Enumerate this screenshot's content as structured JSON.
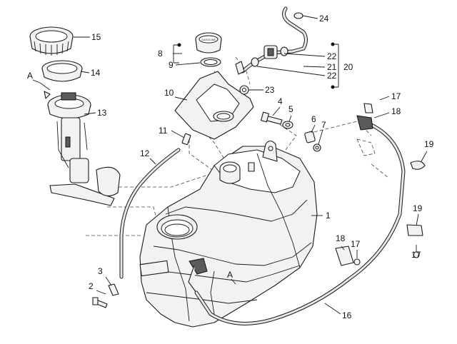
{
  "callouts": [
    {
      "id": "c1",
      "label": "1"
    },
    {
      "id": "c2",
      "label": "2"
    },
    {
      "id": "c3",
      "label": "3"
    },
    {
      "id": "c4",
      "label": "4"
    },
    {
      "id": "c5",
      "label": "5"
    },
    {
      "id": "c6",
      "label": "6"
    },
    {
      "id": "c7",
      "label": "7"
    },
    {
      "id": "c8",
      "label": "8"
    },
    {
      "id": "c9",
      "label": "9"
    },
    {
      "id": "c10",
      "label": "10"
    },
    {
      "id": "c11",
      "label": "11"
    },
    {
      "id": "c12",
      "label": "12"
    },
    {
      "id": "c13",
      "label": "13"
    },
    {
      "id": "c14",
      "label": "14"
    },
    {
      "id": "c15",
      "label": "15"
    },
    {
      "id": "c16",
      "label": "16"
    },
    {
      "id": "c17a",
      "label": "17"
    },
    {
      "id": "c17b",
      "label": "17"
    },
    {
      "id": "c17c",
      "label": "17"
    },
    {
      "id": "c18a",
      "label": "18"
    },
    {
      "id": "c18b",
      "label": "18"
    },
    {
      "id": "c19a",
      "label": "19"
    },
    {
      "id": "c19b",
      "label": "19"
    },
    {
      "id": "c20",
      "label": "20"
    },
    {
      "id": "c21",
      "label": "21"
    },
    {
      "id": "c22a",
      "label": "22"
    },
    {
      "id": "c22b",
      "label": "22"
    },
    {
      "id": "c23",
      "label": "23"
    },
    {
      "id": "c24",
      "label": "24"
    },
    {
      "id": "cA1",
      "label": "A"
    },
    {
      "id": "cA2",
      "label": "A"
    }
  ],
  "cap_marking": "GASOLINE"
}
